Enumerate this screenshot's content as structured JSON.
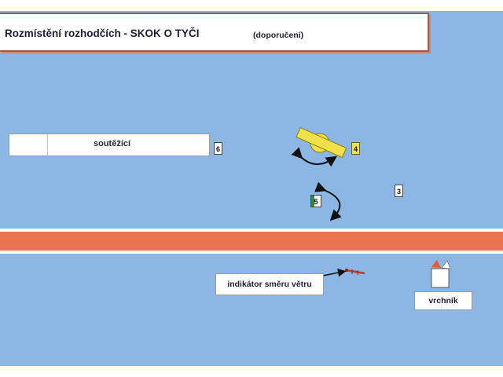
{
  "title": {
    "main": "Rozmístění rozhodčích  -  SKOK O TYČI",
    "sub": "(doporučení)"
  },
  "runway": {
    "label": "soutěžící"
  },
  "judges": [
    {
      "number": "6"
    },
    {
      "number": "4"
    },
    {
      "number": "3"
    },
    {
      "number": "5"
    }
  ],
  "wind_indicator": {
    "label": "indikátor směru větru"
  },
  "chief": {
    "label": "vrchník"
  },
  "colors": {
    "field": "#8cb6e3",
    "track": "#e9744e",
    "bar": "#f0e04a",
    "title_border": "#a05a4a"
  },
  "icons": [
    "bar-icon",
    "rotation-arrow-icon",
    "wind-sock-icon",
    "chair-icon",
    "pointer-arrow-icon"
  ]
}
